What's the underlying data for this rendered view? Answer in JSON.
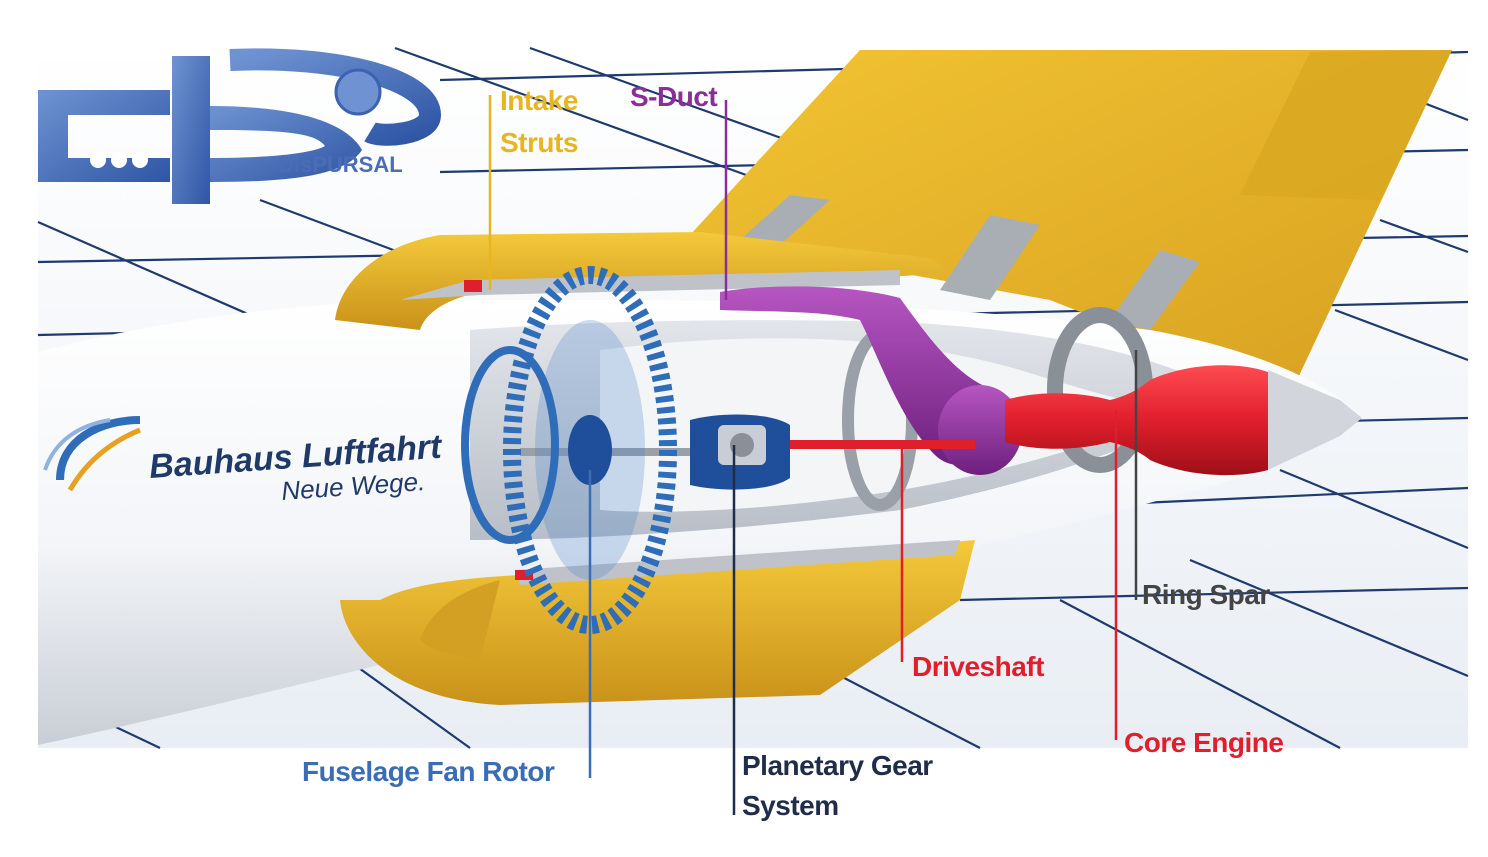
{
  "logo_dispursal": {
    "text": "DisPURSAL"
  },
  "logo_bauhaus": {
    "name": "Bauhaus Luftfahrt",
    "tagline": "Neue Wege."
  },
  "labels": {
    "intake_struts": {
      "line1": "Intake",
      "line2": "Struts"
    },
    "s_duct": "S-Duct",
    "ring_spar": "Ring Spar",
    "driveshaft": "Driveshaft",
    "core_engine": "Core Engine",
    "fuselage_fan_rotor": "Fuselage Fan Rotor",
    "planetary_gear": {
      "line1": "Planetary Gear",
      "line2": "System"
    }
  },
  "colors": {
    "nacelle_yellow": "#e8b521",
    "nacelle_dark": "#b8860b",
    "s_duct_purple": "#8a2f9a",
    "core_red": "#e01f2c",
    "fan_blue": "#2f6db8",
    "gear_blue": "#1f4f9a",
    "grid_line": "#1e3a6e",
    "logo_blue": "#3c63b0",
    "label_yellow": "#e8b521",
    "label_purple": "#8a2f9a",
    "label_grey": "#444444",
    "label_red": "#e01f2c",
    "label_blue": "#3a6db4",
    "label_navy": "#1f2d4a"
  }
}
